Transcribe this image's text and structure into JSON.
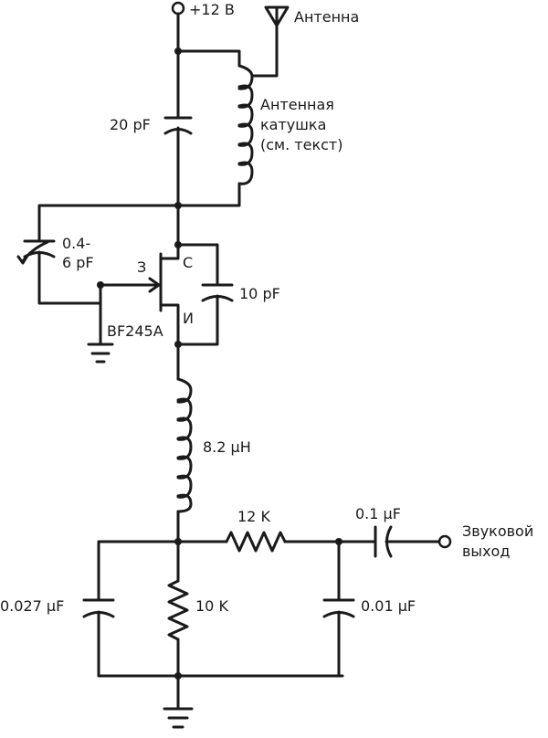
{
  "labels": {
    "supply": "+12 В",
    "antenna": "Антенна",
    "coil_line1": "Антенная",
    "coil_line2": "катушка",
    "coil_line3": "(см. текст)",
    "cap_20": "20 pF",
    "trim_line1": "0.4-",
    "trim_line2": "6 pF",
    "gate": "З",
    "drain": "С",
    "source": "И",
    "cap_10": "10 pF",
    "transistor": "BF245A",
    "inductor": "8.2 µH",
    "res_12k": "12 K",
    "cap_01u": "0.1 µF",
    "out_line1": "Звуковой",
    "out_line2": "выход",
    "cap_0027u": "0.027 µF",
    "res_10k": "10 K",
    "cap_001u": "0.01 µF"
  },
  "colors": {
    "ink": "#1a1a1a",
    "background": "#ffffff"
  }
}
